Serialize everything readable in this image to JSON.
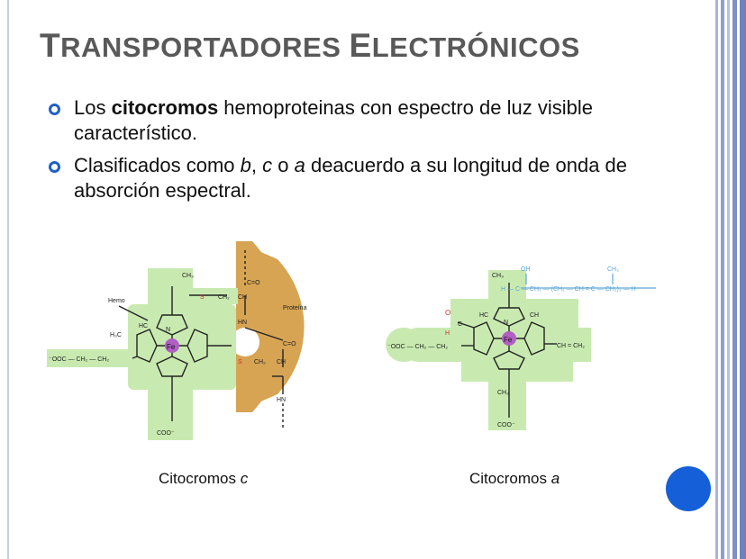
{
  "title": {
    "first_cap": "T",
    "first_rest": "RANSPORTADORES",
    "second_cap": "E",
    "second_rest": "LECTRÓNICOS"
  },
  "bullets": [
    {
      "pre": "Los ",
      "bold": "citocromos",
      "post": " hemoproteinas con espectro de luz visible característico."
    },
    {
      "pre": "Clasificados como ",
      "b": "b",
      "sep1": ", ",
      "c": "c",
      "sep2": " o ",
      "a": "a",
      "post": " deacuerdo a su longitud de onda de absorción espectral."
    }
  ],
  "figure_c": {
    "label_hemo": "Hemo",
    "label_proteina": "Proteína",
    "label_fe": "Fe",
    "label_cooh_left": "⁻OOC — CH₂ — CH₂",
    "label_coo_bottom": "COO⁻",
    "label_ch3_top": "CH₃",
    "label_ch": "CH",
    "label_s": "S",
    "label_ch2": "CH₂",
    "label_hn": "HN",
    "label_co": "C=O",
    "label_hc": "HC",
    "label_h3c": "H₃C",
    "label_n": "N"
  },
  "figure_a": {
    "label_fe": "Fe",
    "label_ch3_top": "CH₃",
    "label_oh": "OH",
    "label_chain": "H — C — CH₂ — (CH₂ — CH = C — CH₂)₃ — H",
    "label_chain_ch3": "CH₃",
    "label_cooh_left": "⁻OOC — CH₂ — CH₂",
    "label_coo_bottom": "COO⁻",
    "label_vinyl": "CH = CH₂",
    "label_o": "O",
    "label_h": "H",
    "label_c": "C",
    "label_hc": "HC",
    "label_ch": "CH",
    "label_ch2": "CH₂",
    "label_n": "N"
  },
  "captions": {
    "c_pre": "Citocromos ",
    "c_italic": "c",
    "a_pre": "Citocromos ",
    "a_italic": "a"
  },
  "colors": {
    "title": "#595959",
    "bullet_marker": "#2060c8",
    "heme_green": "#c8eab0",
    "protein_tan": "#d6a453",
    "fe_purple": "#b15fc4",
    "sulfur_red": "#d0312d",
    "chain_blue": "#5aa6d8",
    "blue_dot": "#1560d8"
  }
}
